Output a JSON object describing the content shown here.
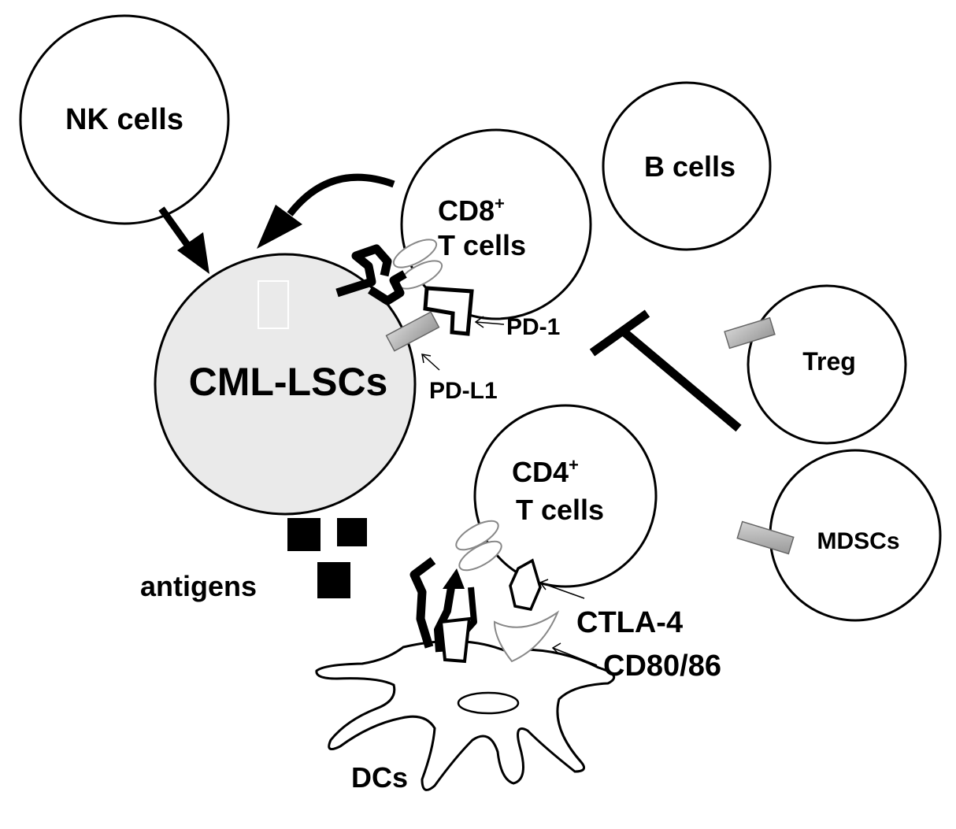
{
  "labels": {
    "nk_cells": "NK cells",
    "cd8_line1": "CD8",
    "cd8_sup": "+",
    "cd8_line2": "T cells",
    "b_cells": "B cells",
    "cml_lscs": "CML-LSCs",
    "pd1": "PD-1",
    "pdl1": "PD-L1",
    "treg": "Treg",
    "cd4_line1": "CD4",
    "cd4_sup": "+",
    "cd4_line2": "T cells",
    "mdscs": "MDSCs",
    "antigens": "antigens",
    "ctla4": "CTLA-4",
    "cd80_86": "CD80/86",
    "dcs": "DCs"
  },
  "colors": {
    "lsc_fill": "#eaeaea",
    "inhibitor_fill": "#b4b4b4",
    "ink": "#000000"
  }
}
